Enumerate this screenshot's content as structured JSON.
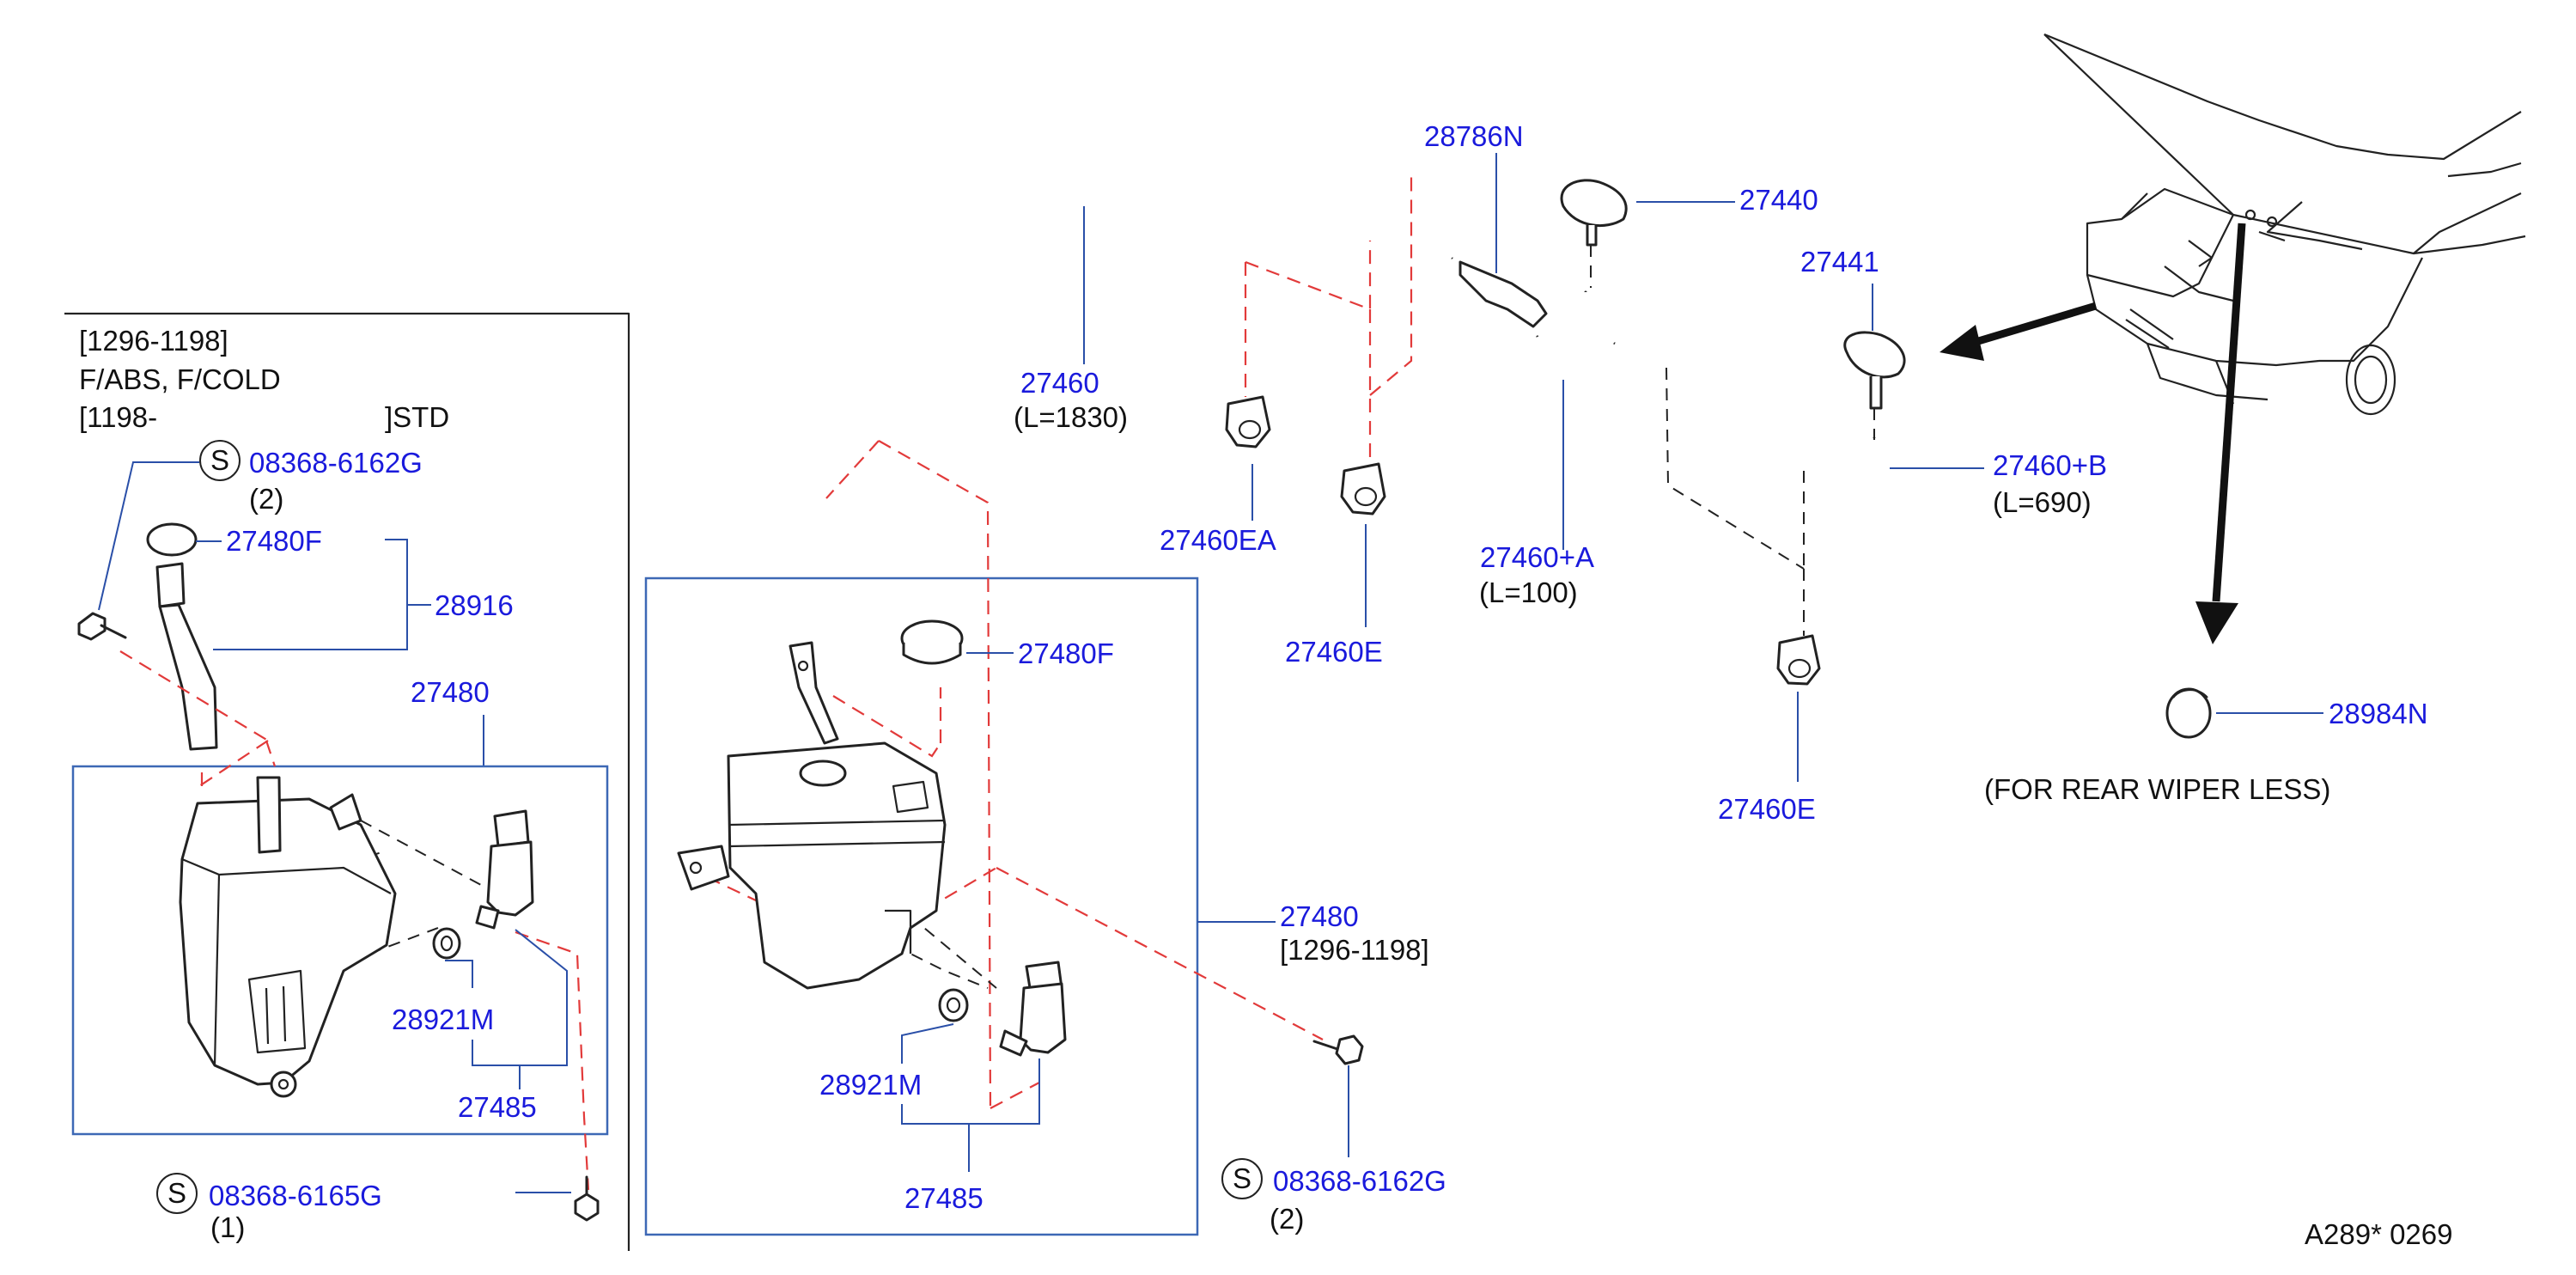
{
  "variant_note": {
    "line1": "[1296-1198]",
    "line2": "F/ABS,  F/COLD",
    "line3a": "[1198-",
    "line3b": "]STD"
  },
  "left_box": {
    "bolt_top": {
      "symbol": "S",
      "part": "08368-6162G",
      "qty": "(2)"
    },
    "cap": "27480F",
    "filler": "28916",
    "tank": "27480",
    "grommet": "28921M",
    "pump": "27485",
    "bolt_bottom": {
      "symbol": "S",
      "part": "08368-6165G",
      "qty": "(1)"
    }
  },
  "center_box": {
    "cap": "27480F",
    "tank": "27480",
    "tank_range": "[1296-1198]",
    "grommet": "28921M",
    "pump": "27485",
    "bolt": {
      "symbol": "S",
      "part": "08368-6162G",
      "qty": "(2)"
    }
  },
  "hoses": {
    "main": "27460",
    "main_len": "(L=1830)",
    "clip_a": "27460EA",
    "clip_b": "27460E",
    "clip_c": "27460E",
    "joint": "28786N",
    "hose_a": "27460+A",
    "hose_a_len": "(L=100)",
    "hose_b": "27460+B",
    "hose_b_len": "(L=690)"
  },
  "nozzles": {
    "left": "27440",
    "right": "27441"
  },
  "plug": {
    "part": "28984N",
    "note": "(FOR  REAR  WIPER  LESS)"
  },
  "footer_code": "A289*  0269"
}
